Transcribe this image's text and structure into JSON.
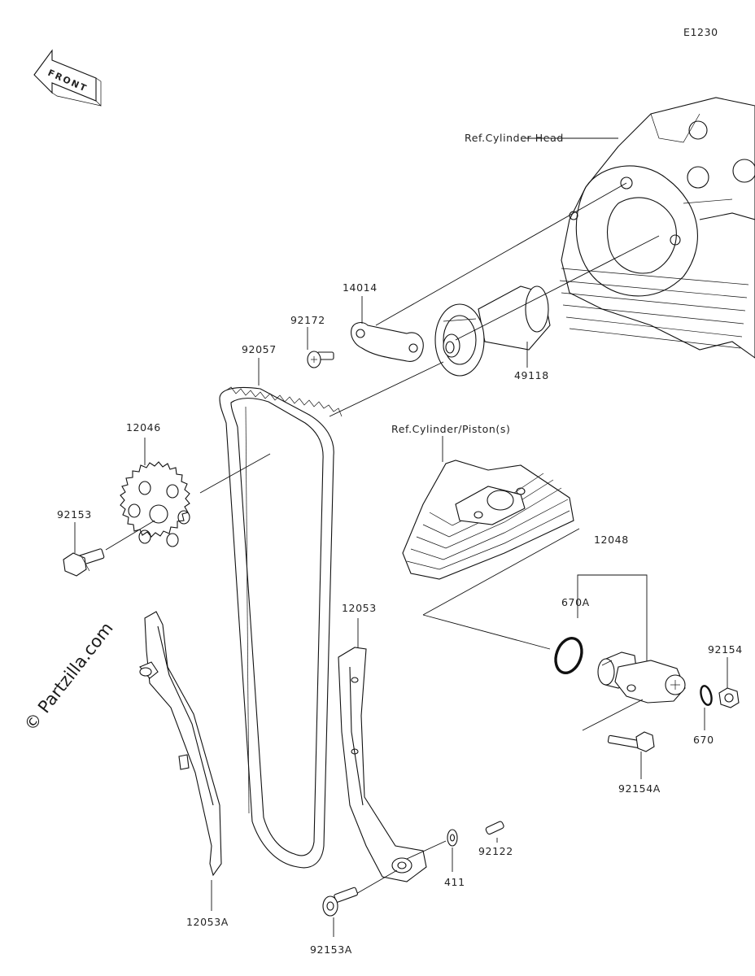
{
  "diagram_code": "E1230",
  "front_arrow_label": "FRONT",
  "watermark": "© Partzilla.com",
  "references": {
    "cylinder_head": "Ref.Cylinder Head",
    "cylinder_piston": "Ref.Cylinder/Piston(s)"
  },
  "parts": {
    "p14014": "14014",
    "p92172": "92172",
    "p49118": "49118",
    "p92057": "92057",
    "p12046": "12046",
    "p92153": "92153",
    "p12048": "12048",
    "p670A": "670A",
    "p92154": "92154",
    "p670": "670",
    "p92154A": "92154A",
    "p12053": "12053",
    "p12053A": "12053A",
    "p92122": "92122",
    "p411": "411",
    "p92153A": "92153A"
  }
}
